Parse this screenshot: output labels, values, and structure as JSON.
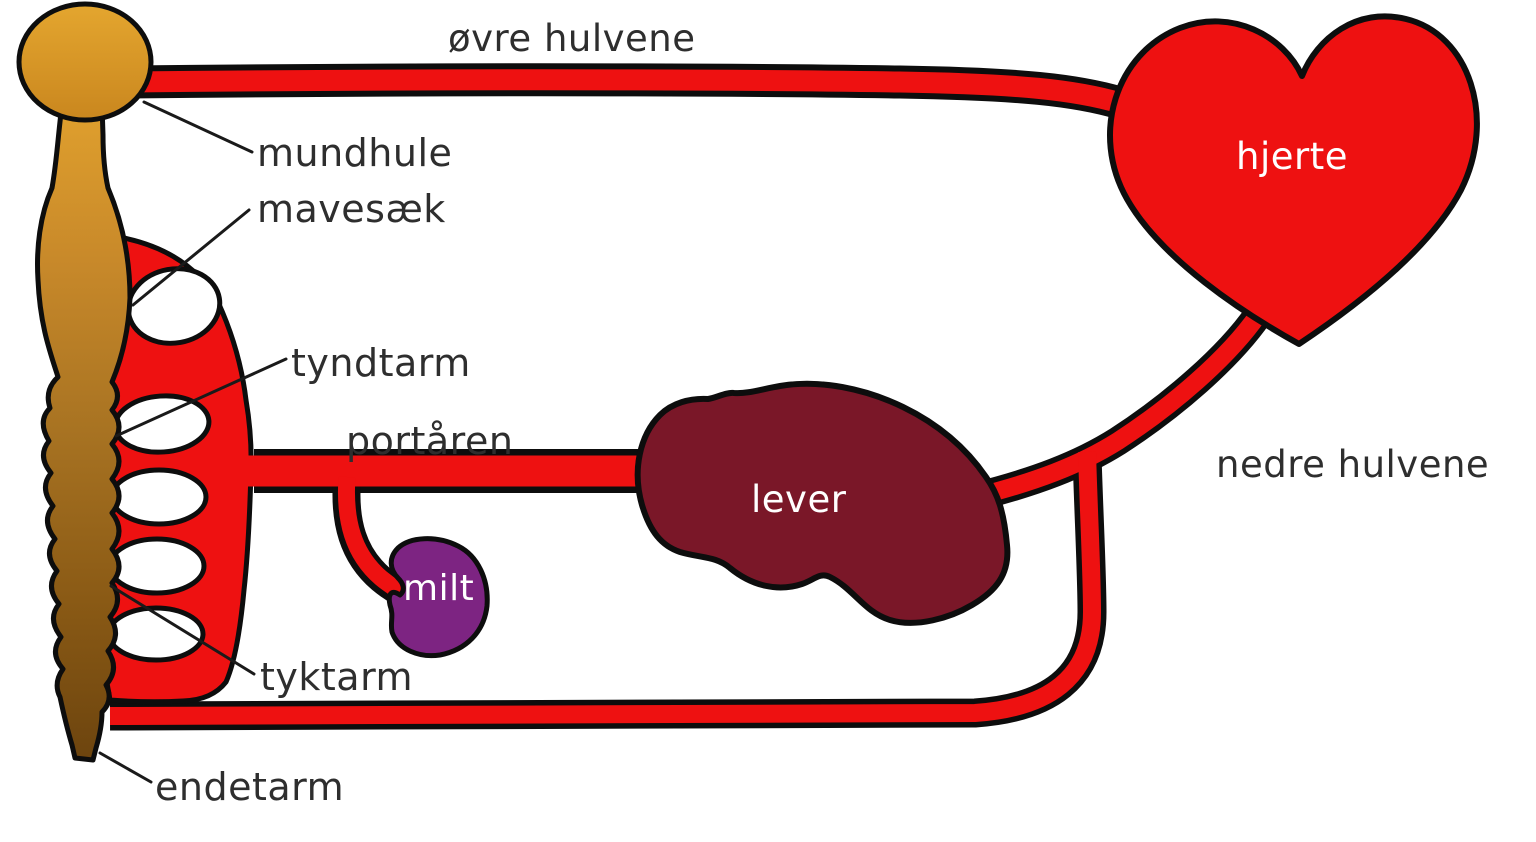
{
  "diagram": {
    "background_color": "#ffffff",
    "vessel_color": "#ee1111",
    "outline_color": "#0d0d0d",
    "organ_colors": {
      "mouth": "#dd9727",
      "gut_gradient_top": "#e2a22e",
      "gut_gradient_bottom": "#6b430e",
      "liver": "#7a1728",
      "spleen": "#7d2482",
      "heart": "#ee1111"
    },
    "labels": {
      "ovre_hulvene": "øvre hulvene",
      "mundhule": "mundhule",
      "mavesaek": "mavesæk",
      "tyndtarm": "tyndtarm",
      "portaaren": "portåren",
      "lever": "lever",
      "milt": "milt",
      "hjerte": "hjerte",
      "nedre_hulvene": "nedre hulvene",
      "tyktarm": "tyktarm",
      "endetarm": "endetarm"
    }
  }
}
